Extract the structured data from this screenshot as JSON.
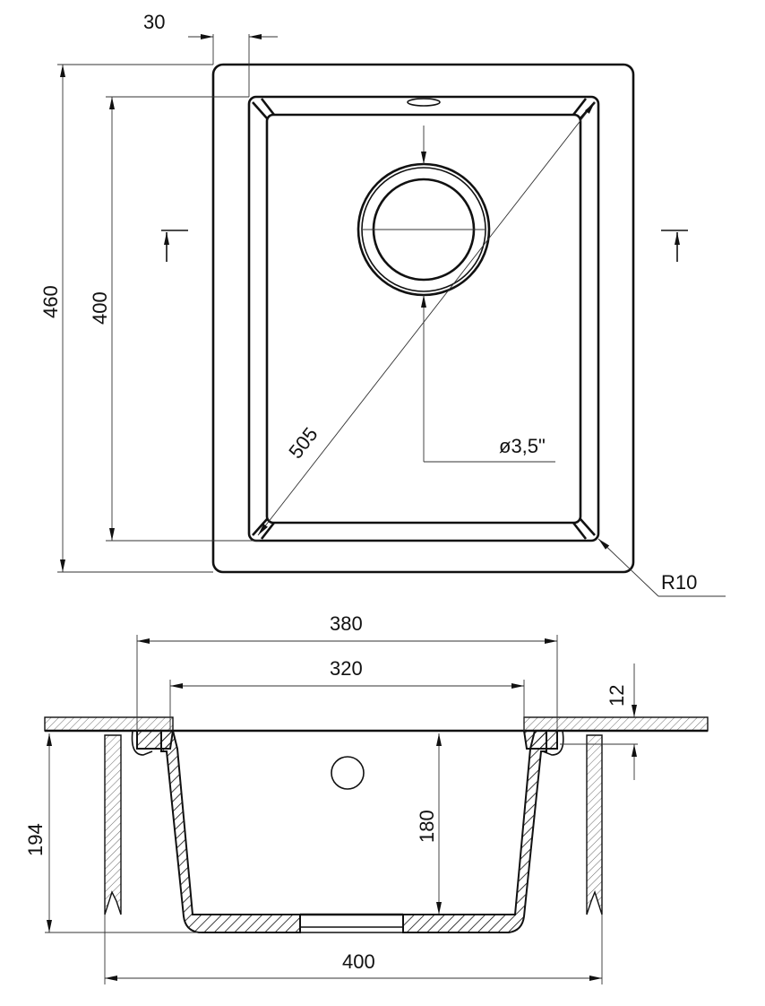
{
  "title": "Sink technical drawing",
  "top_view": {
    "dim_flange": "30",
    "dim_outer_height": "460",
    "dim_inner_height": "400",
    "dim_diagonal": "505",
    "dim_drain": "ø3,5\"",
    "dim_radius": "R10"
  },
  "section_view": {
    "dim_outer_width": "380",
    "dim_inner_width": "320",
    "dim_countertop": "12",
    "dim_total_depth": "194",
    "dim_bowl_depth": "180",
    "dim_cabinet_width": "400"
  }
}
